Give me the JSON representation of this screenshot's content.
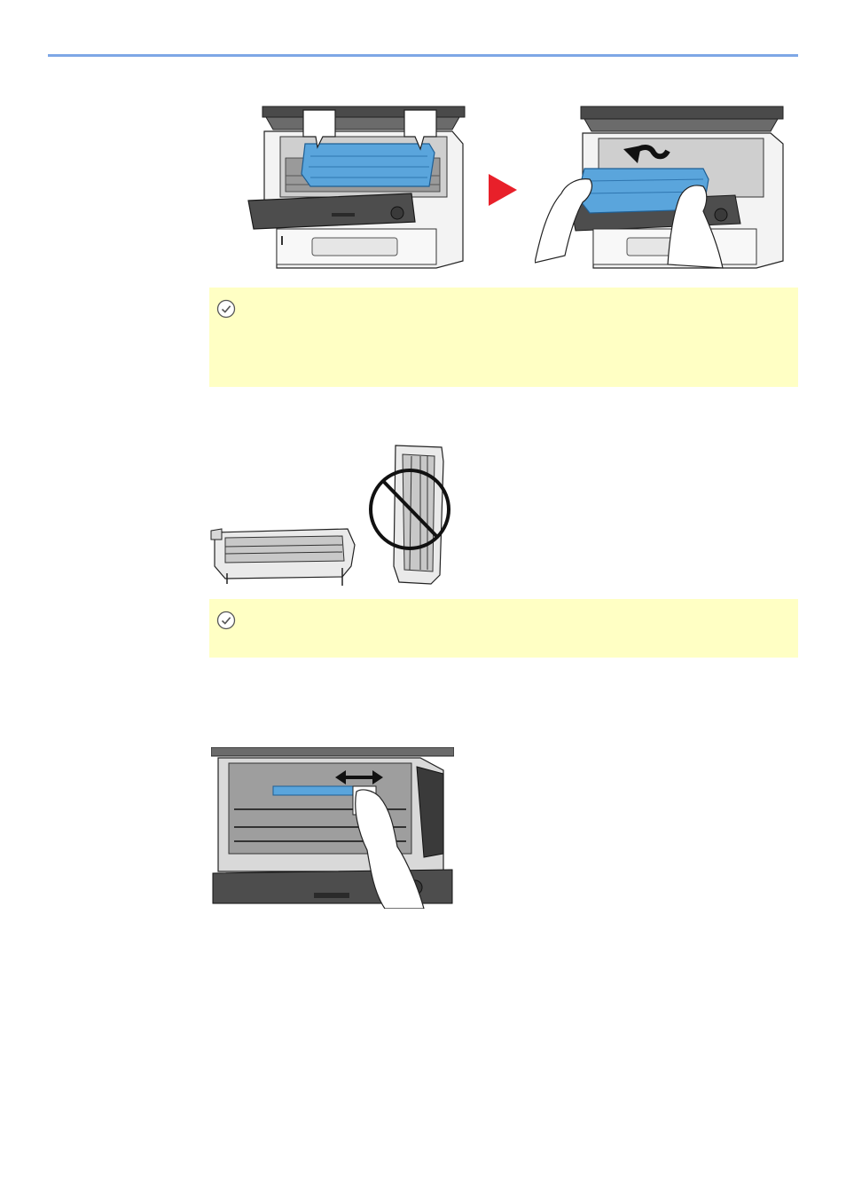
{
  "page": {
    "rule_color": "#7ea7e6",
    "note_background": "#ffffc4",
    "accent_blue": "#5aa5dc",
    "arrow_red": "#e8202a"
  },
  "icons": {
    "note_1": "check-circle-icon",
    "note_2": "check-circle-icon",
    "step_arrow": "red-triangle-arrow-icon",
    "prohibited": "prohibited-circle-icon"
  },
  "figures": [
    "printer-open-drum-highlighted",
    "hands-removing-drum-unit",
    "drum-unit-horizontal",
    "drum-unit-vertical-prohibited",
    "hand-cleaning-inside-printer"
  ]
}
